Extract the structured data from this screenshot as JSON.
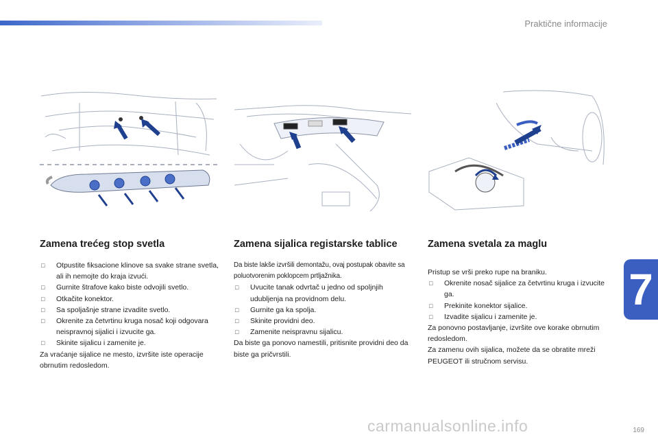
{
  "header": {
    "section_title": "Praktične informacije"
  },
  "chapter": {
    "number": "7"
  },
  "col1": {
    "title": "Zamena trećeg stop svetla",
    "items": [
      "Otpustite fiksacione klinove sa svake strane svetla, ali ih nemojte do kraja izvući.",
      "Gurnite štrafove kako biste odvojili svetlo.",
      "Otkačite konektor.",
      "Sa spoljašnje strane izvadite svetlo.",
      "Okrenite za četvrtinu kruga nosač koji odgovara neispravnoj sijalici i izvucite ga.",
      "Skinite sijalicu i zamenite je."
    ],
    "after": "Za vraćanje sijalice ne mesto, izvršite iste operacije obrnutim redosledom."
  },
  "col2": {
    "title": "Zamena sijalica registarske tablice",
    "intro": "Da biste lakše izvršili demontažu, ovaj postupak obavite sa poluotvorenim poklopcem prtljažnika.",
    "items": [
      "Uvucite tanak odvrtač u jedno od spoljnjih udubljenja na providnom delu.",
      "Gurnite ga ka spolja.",
      "Skinite providni deo.",
      "Zamenite neispravnu sijalicu."
    ],
    "after": "Da biste ga ponovo namestili, pritisnite providni deo da biste ga pričvrstili."
  },
  "col3": {
    "title": "Zamena svetala za maglu",
    "intro": "Pristup se vrši preko rupe na braniku.",
    "items": [
      "Okrenite nosač sijalice za četvrtinu kruga i izvucite ga.",
      "Prekinite konektor sijalice.",
      "Izvadite sijalicu i zamenite je."
    ],
    "after1": "Za ponovno postavljanje, izvršite ove korake obrnutim redosledom.",
    "after2": "Za zamenu ovih sijalica, možete da se obratite mreži PEUGEOT ili stručnom servisu."
  },
  "footer": {
    "watermark": "carmanualsonline.info",
    "page_number": "169"
  },
  "colors": {
    "accent": "#3b5fc1",
    "arrow": "#1f3f8f",
    "line_art": "#9aa3b5"
  },
  "bullet_glyph": "□"
}
